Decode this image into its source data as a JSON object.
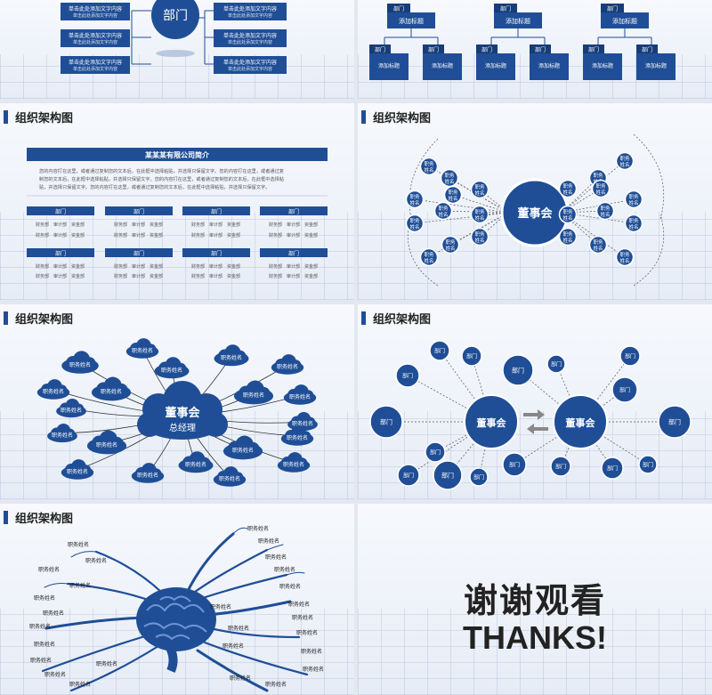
{
  "section_title": "组织架构图",
  "slide1": {
    "center_label": "部门",
    "item_line1": "单击此处添加文字内容",
    "item_line2": "单击此处添加文字内容"
  },
  "slide2": {
    "dept_label": "部门",
    "add_title": "添加标题"
  },
  "slide3": {
    "intro_title": "某某某有限公司简介",
    "intro_text": [
      "您的内容打在这里，或者通过复制您的文本后，在此框中选择粘贴，并选择只保留文字。您的内容打在这里，或者通过复",
      "制您的文本后，在此框中选择粘贴，并选择只保留文字。您的内容打在这里，或者通过复制您的文本后，在此框中选择粘",
      "贴，并选择只保留文字。您的内容打在这里，或者通过复制您的文本后，在此框中选择粘贴，并选择只保留文字。"
    ],
    "dept_label": "部门",
    "sub_items": [
      "财务部",
      "审计部",
      "资金部"
    ]
  },
  "slide4": {
    "center_label": "董事会",
    "node_line1": "职务",
    "node_line2": "姓名"
  },
  "slide5": {
    "center_label": "董事会",
    "center_sub": "总经理",
    "node_label": "职务姓名"
  },
  "slide6": {
    "center_left": "董事会",
    "center_right": "董事会",
    "node_label": "部门"
  },
  "slide7": {
    "node_label": "职务姓名"
  },
  "slide8": {
    "thanks_cn": "谢谢观看",
    "thanks_en": "THANKS!"
  },
  "colors": {
    "primary": "#1f4e96",
    "primary_dark": "#173d78",
    "primary_light": "#2d63b5",
    "text_dark": "#222222"
  }
}
